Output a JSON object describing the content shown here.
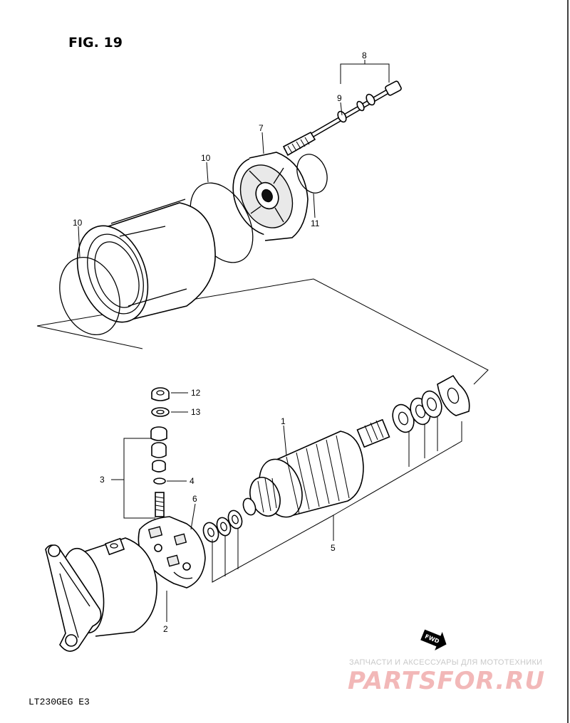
{
  "figure": {
    "title": "FIG. 19",
    "model_code": "LT230GEG  E3"
  },
  "callouts": [
    {
      "id": "c1",
      "label": "1"
    },
    {
      "id": "c2",
      "label": "2"
    },
    {
      "id": "c3",
      "label": "3"
    },
    {
      "id": "c4",
      "label": "4"
    },
    {
      "id": "c5",
      "label": "5"
    },
    {
      "id": "c6",
      "label": "6"
    },
    {
      "id": "c7",
      "label": "7"
    },
    {
      "id": "c8",
      "label": "8"
    },
    {
      "id": "c9",
      "label": "9"
    },
    {
      "id": "c10a",
      "label": "10"
    },
    {
      "id": "c10b",
      "label": "10"
    },
    {
      "id": "c11",
      "label": "11"
    },
    {
      "id": "c12",
      "label": "12"
    },
    {
      "id": "c13",
      "label": "13"
    }
  ],
  "direction_badge": {
    "label": "FWD"
  },
  "watermark": {
    "tagline": "ЗАПЧАСТИ И АКСЕССУАРЫ ДЛЯ МОТОТЕХНИКИ",
    "logo": "PARTSFOR.RU",
    "logo_color": "#f2b8b8"
  }
}
